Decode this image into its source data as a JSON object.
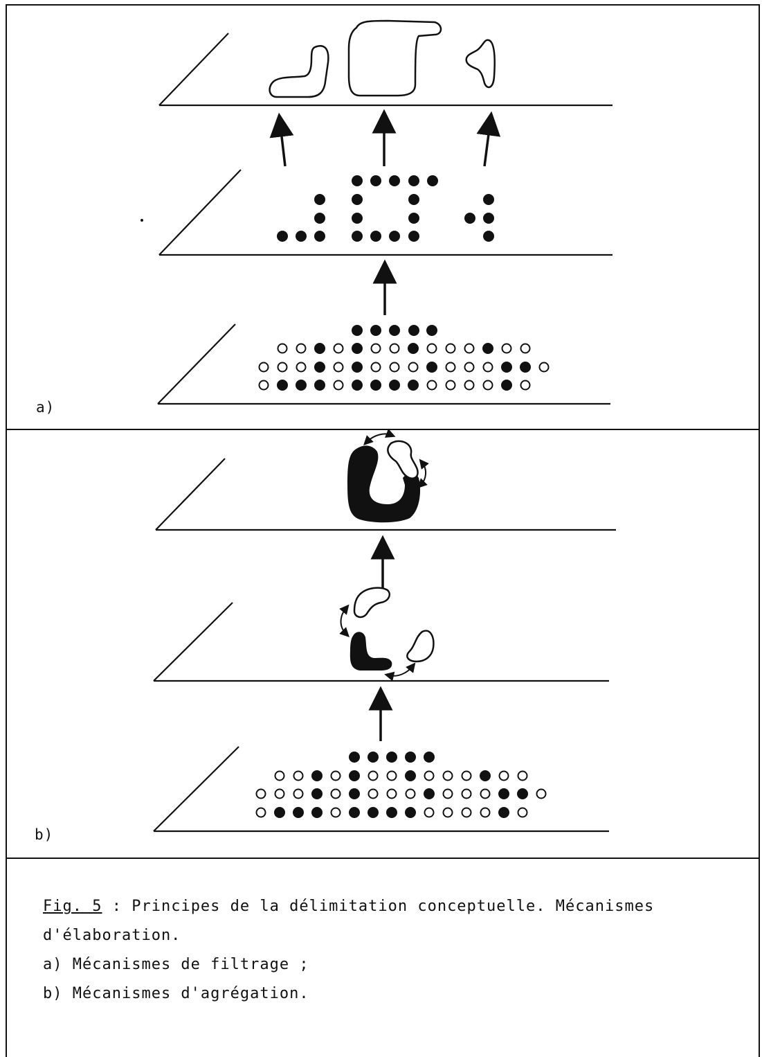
{
  "panels": [
    {
      "label": "a)"
    },
    {
      "label": "b)"
    }
  ],
  "dot_rows": [
    [
      0,
      0,
      1,
      0,
      1,
      0,
      0,
      1,
      0,
      0,
      0,
      1,
      0,
      0
    ],
    [
      0,
      0,
      0,
      1,
      0,
      1,
      0,
      0,
      0,
      1,
      0,
      0,
      0,
      1,
      1,
      0
    ],
    [
      0,
      1,
      1,
      1,
      0,
      1,
      1,
      1,
      1,
      0,
      0,
      0,
      0,
      1,
      0
    ]
  ],
  "caption": {
    "fig_ref": "Fig. 5",
    "title": " : Principes de la délimitation conceptuelle. Mécanismes",
    "title_cont": "d'élaboration.",
    "item_a": "a) Mécanismes de filtrage ;",
    "item_b": "b) Mécanismes d'agrégation."
  }
}
